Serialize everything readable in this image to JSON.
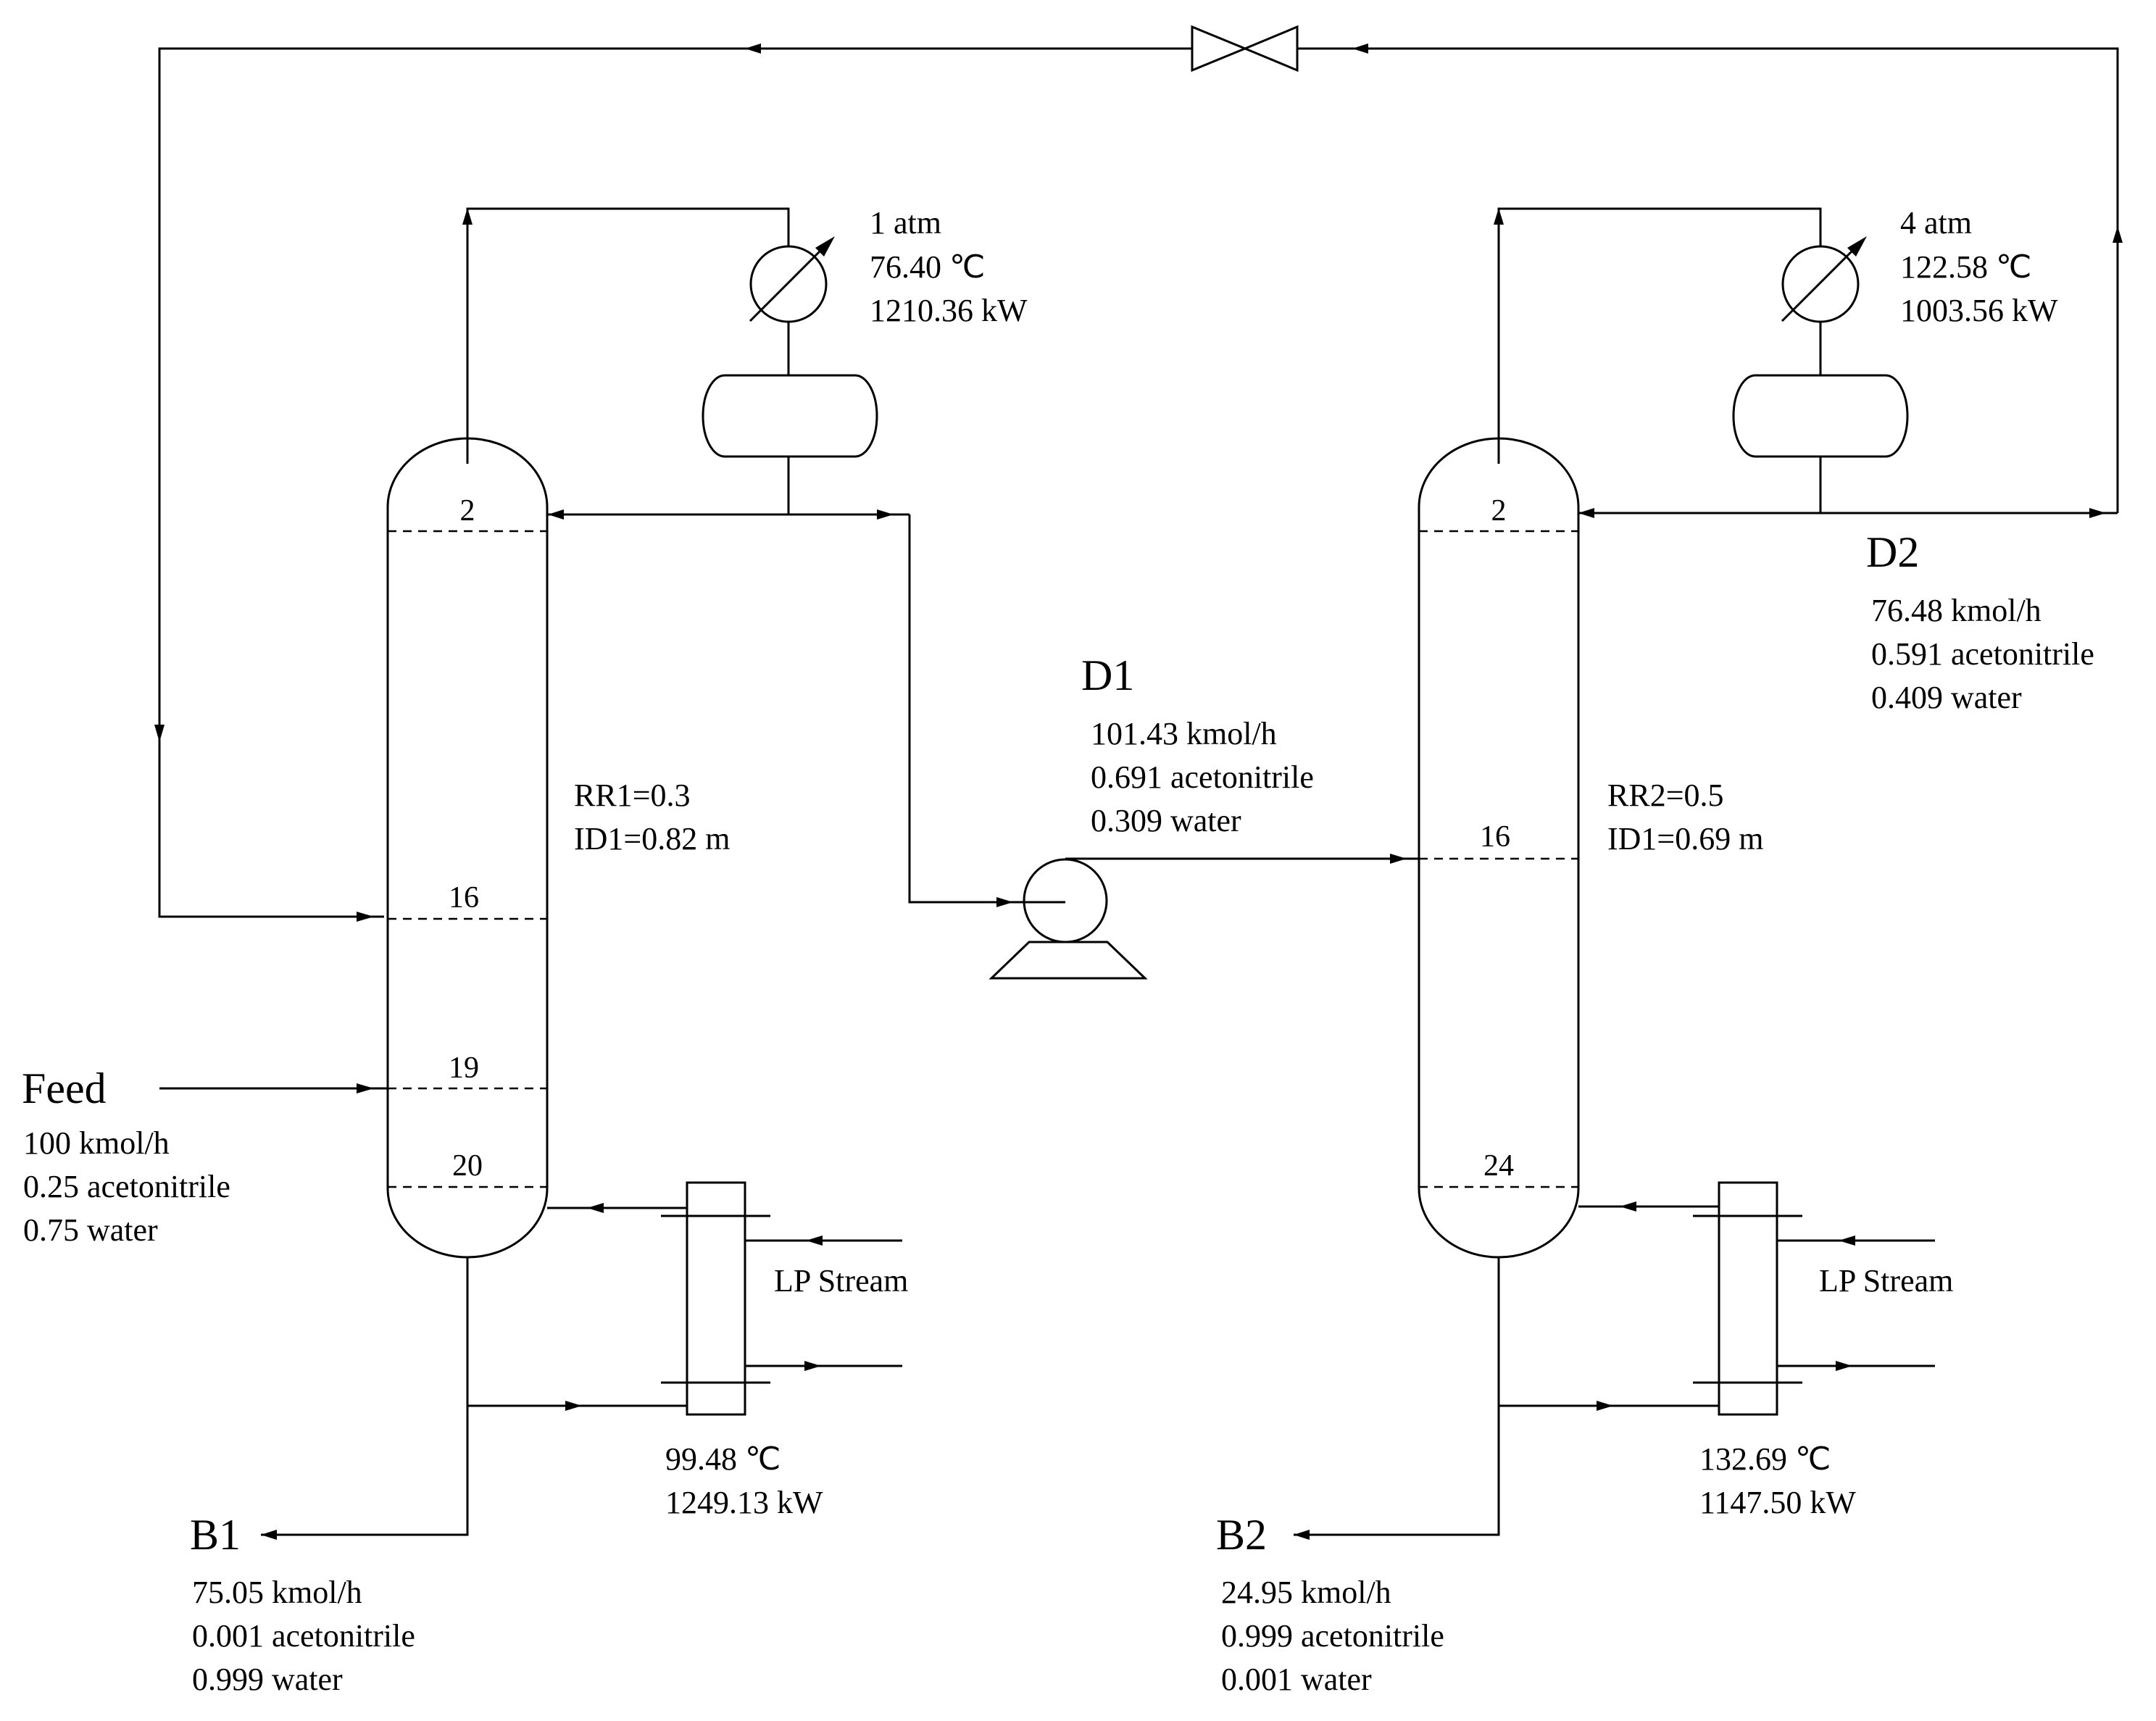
{
  "diagram": {
    "feed": {
      "name": "Feed",
      "flow": "100 kmol/h",
      "comp1": "0.25 acetonitrile",
      "comp2": "0.75 water"
    },
    "column1": {
      "trays": {
        "top": "2",
        "recycle": "16",
        "feed": "19",
        "bottom": "20"
      },
      "rr": "RR1=0.3",
      "id": "ID1=0.82 m",
      "condenser": {
        "pressure": "1 atm",
        "temperature": "76.40 ℃",
        "duty": "1210.36 kW"
      },
      "reboiler": {
        "temperature": "99.48 ℃",
        "duty": "1249.13 kW",
        "steam": "LP Stream"
      }
    },
    "column2": {
      "trays": {
        "top": "2",
        "feed": "16",
        "bottom": "24"
      },
      "rr": "RR2=0.5",
      "id": "ID1=0.69 m",
      "condenser": {
        "pressure": "4 atm",
        "temperature": "122.58 ℃",
        "duty": "1003.56 kW"
      },
      "reboiler": {
        "temperature": "132.69 ℃",
        "duty": "1147.50 kW",
        "steam": "LP Stream"
      }
    },
    "D1": {
      "name": "D1",
      "flow": "101.43 kmol/h",
      "comp1": "0.691 acetonitrile",
      "comp2": "0.309 water"
    },
    "D2": {
      "name": "D2",
      "flow": "76.48 kmol/h",
      "comp1": "0.591 acetonitrile",
      "comp2": "0.409 water"
    },
    "B1": {
      "name": "B1",
      "flow": "75.05 kmol/h",
      "comp1": "0.001 acetonitrile",
      "comp2": "0.999 water"
    },
    "B2": {
      "name": "B2",
      "flow": "24.95 kmol/h",
      "comp1": "0.999 acetonitrile",
      "comp2": "0.001 water"
    }
  }
}
